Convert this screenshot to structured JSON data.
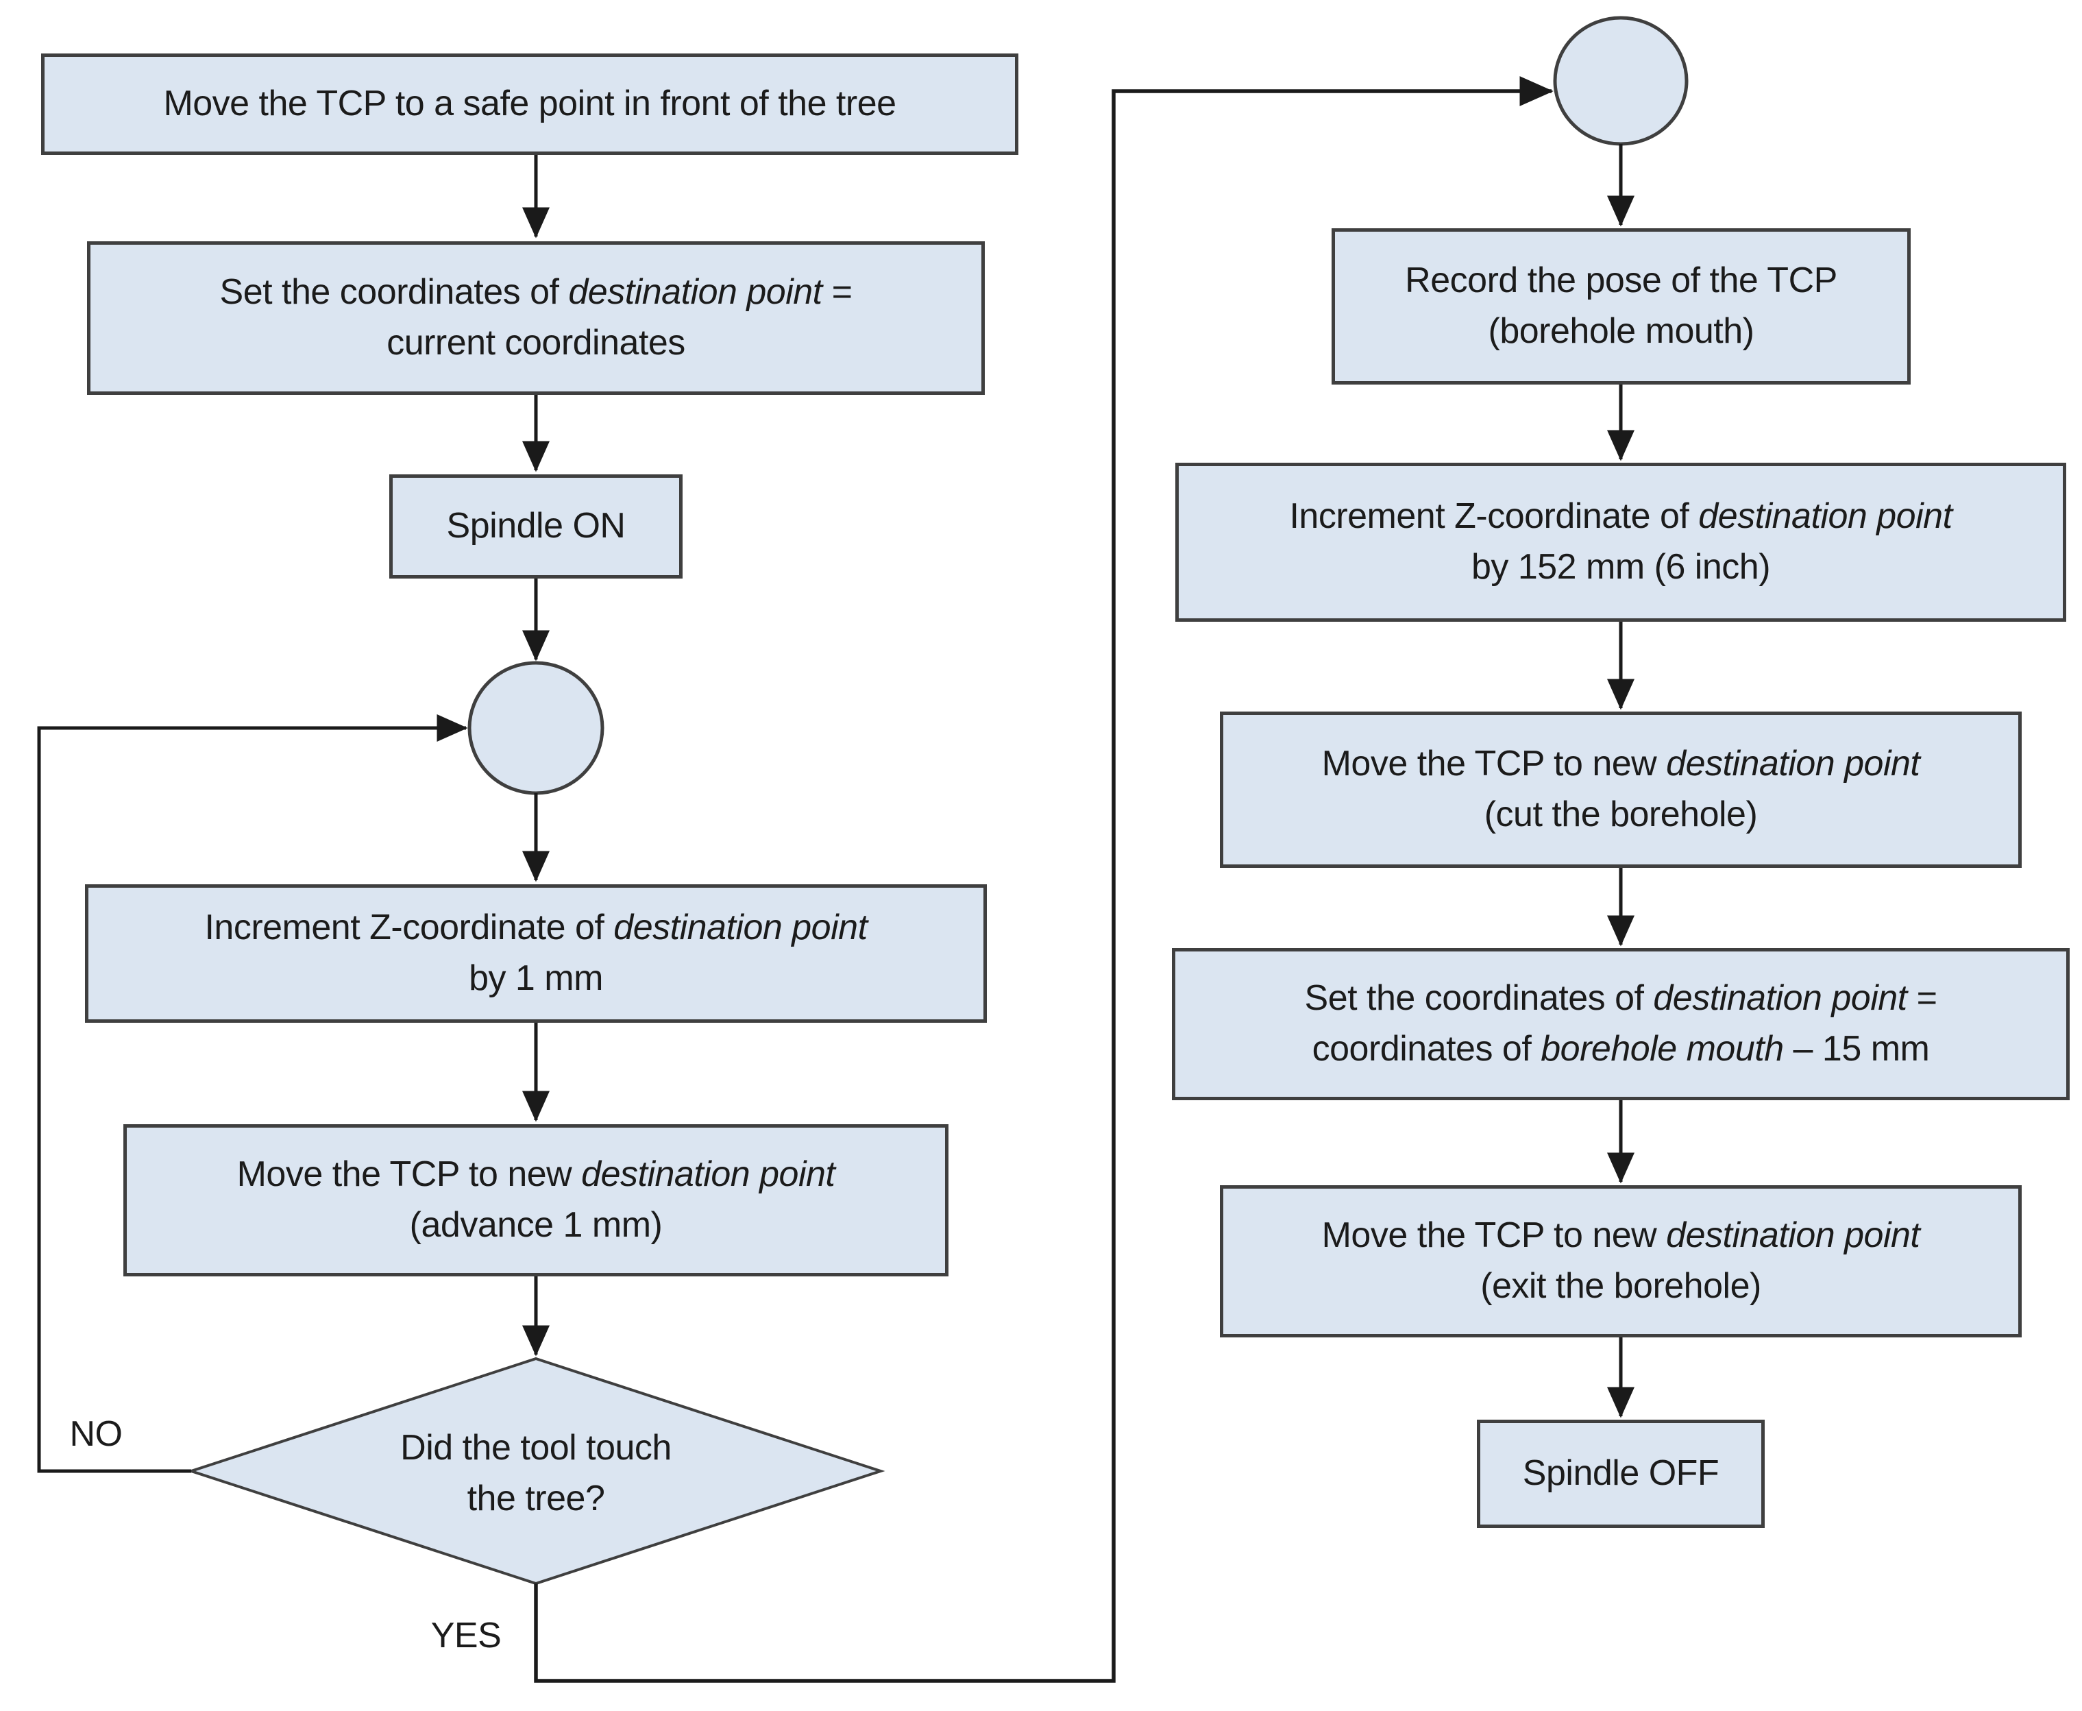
{
  "diagram": {
    "colors": {
      "background": "#ffffff",
      "node_fill": "#dbe5f1",
      "node_border": "#3f3f3f",
      "connector": "#1a1a1a",
      "text": "#1b1b1b"
    },
    "edge_labels": {
      "no": "NO",
      "yes": "YES"
    },
    "nodes": {
      "move_safe": {
        "type": "process",
        "lines": [
          [
            {
              "t": "Move the TCP to a safe point in front of the tree"
            }
          ]
        ]
      },
      "set_dest_current": {
        "type": "process",
        "lines": [
          [
            {
              "t": "Set the coordinates of "
            },
            {
              "t": "destination point",
              "i": true
            },
            {
              "t": " ="
            }
          ],
          [
            {
              "t": "current coordinates"
            }
          ]
        ]
      },
      "spindle_on": {
        "type": "process",
        "lines": [
          [
            {
              "t": "Spindle ON"
            }
          ]
        ]
      },
      "loop_junction": {
        "type": "connector",
        "lines": []
      },
      "increment_1mm": {
        "type": "process",
        "lines": [
          [
            {
              "t": "Increment Z-coordinate of "
            },
            {
              "t": "destination point",
              "i": true
            }
          ],
          [
            {
              "t": "by 1 mm"
            }
          ]
        ]
      },
      "move_advance": {
        "type": "process",
        "lines": [
          [
            {
              "t": "Move the TCP to new "
            },
            {
              "t": "destination point",
              "i": true
            }
          ],
          [
            {
              "t": "(advance 1 mm)"
            }
          ]
        ]
      },
      "decision": {
        "type": "decision",
        "lines": [
          [
            {
              "t": "Did the tool touch"
            }
          ],
          [
            {
              "t": "the tree?"
            }
          ]
        ]
      },
      "entry_junction": {
        "type": "connector",
        "lines": []
      },
      "record_pose": {
        "type": "process",
        "lines": [
          [
            {
              "t": "Record the pose of the TCP"
            }
          ],
          [
            {
              "t": "(borehole mouth)"
            }
          ]
        ]
      },
      "increment_152": {
        "type": "process",
        "lines": [
          [
            {
              "t": "Increment Z-coordinate of "
            },
            {
              "t": "destination point",
              "i": true
            }
          ],
          [
            {
              "t": "by 152 mm (6 inch)"
            }
          ]
        ]
      },
      "move_cut": {
        "type": "process",
        "lines": [
          [
            {
              "t": "Move the TCP to new "
            },
            {
              "t": "destination point",
              "i": true
            }
          ],
          [
            {
              "t": "(cut the borehole)"
            }
          ]
        ]
      },
      "set_dest_borehole": {
        "type": "process",
        "lines": [
          [
            {
              "t": "Set the coordinates of "
            },
            {
              "t": "destination point",
              "i": true
            },
            {
              "t": " ="
            }
          ],
          [
            {
              "t": "coordinates of "
            },
            {
              "t": "borehole mouth",
              "i": true
            },
            {
              "t": " – 15 mm"
            }
          ]
        ]
      },
      "move_exit": {
        "type": "process",
        "lines": [
          [
            {
              "t": "Move the TCP to new "
            },
            {
              "t": "destination point",
              "i": true
            }
          ],
          [
            {
              "t": "(exit the borehole)"
            }
          ]
        ]
      },
      "spindle_off": {
        "type": "process",
        "lines": [
          [
            {
              "t": "Spindle OFF"
            }
          ]
        ]
      }
    }
  }
}
